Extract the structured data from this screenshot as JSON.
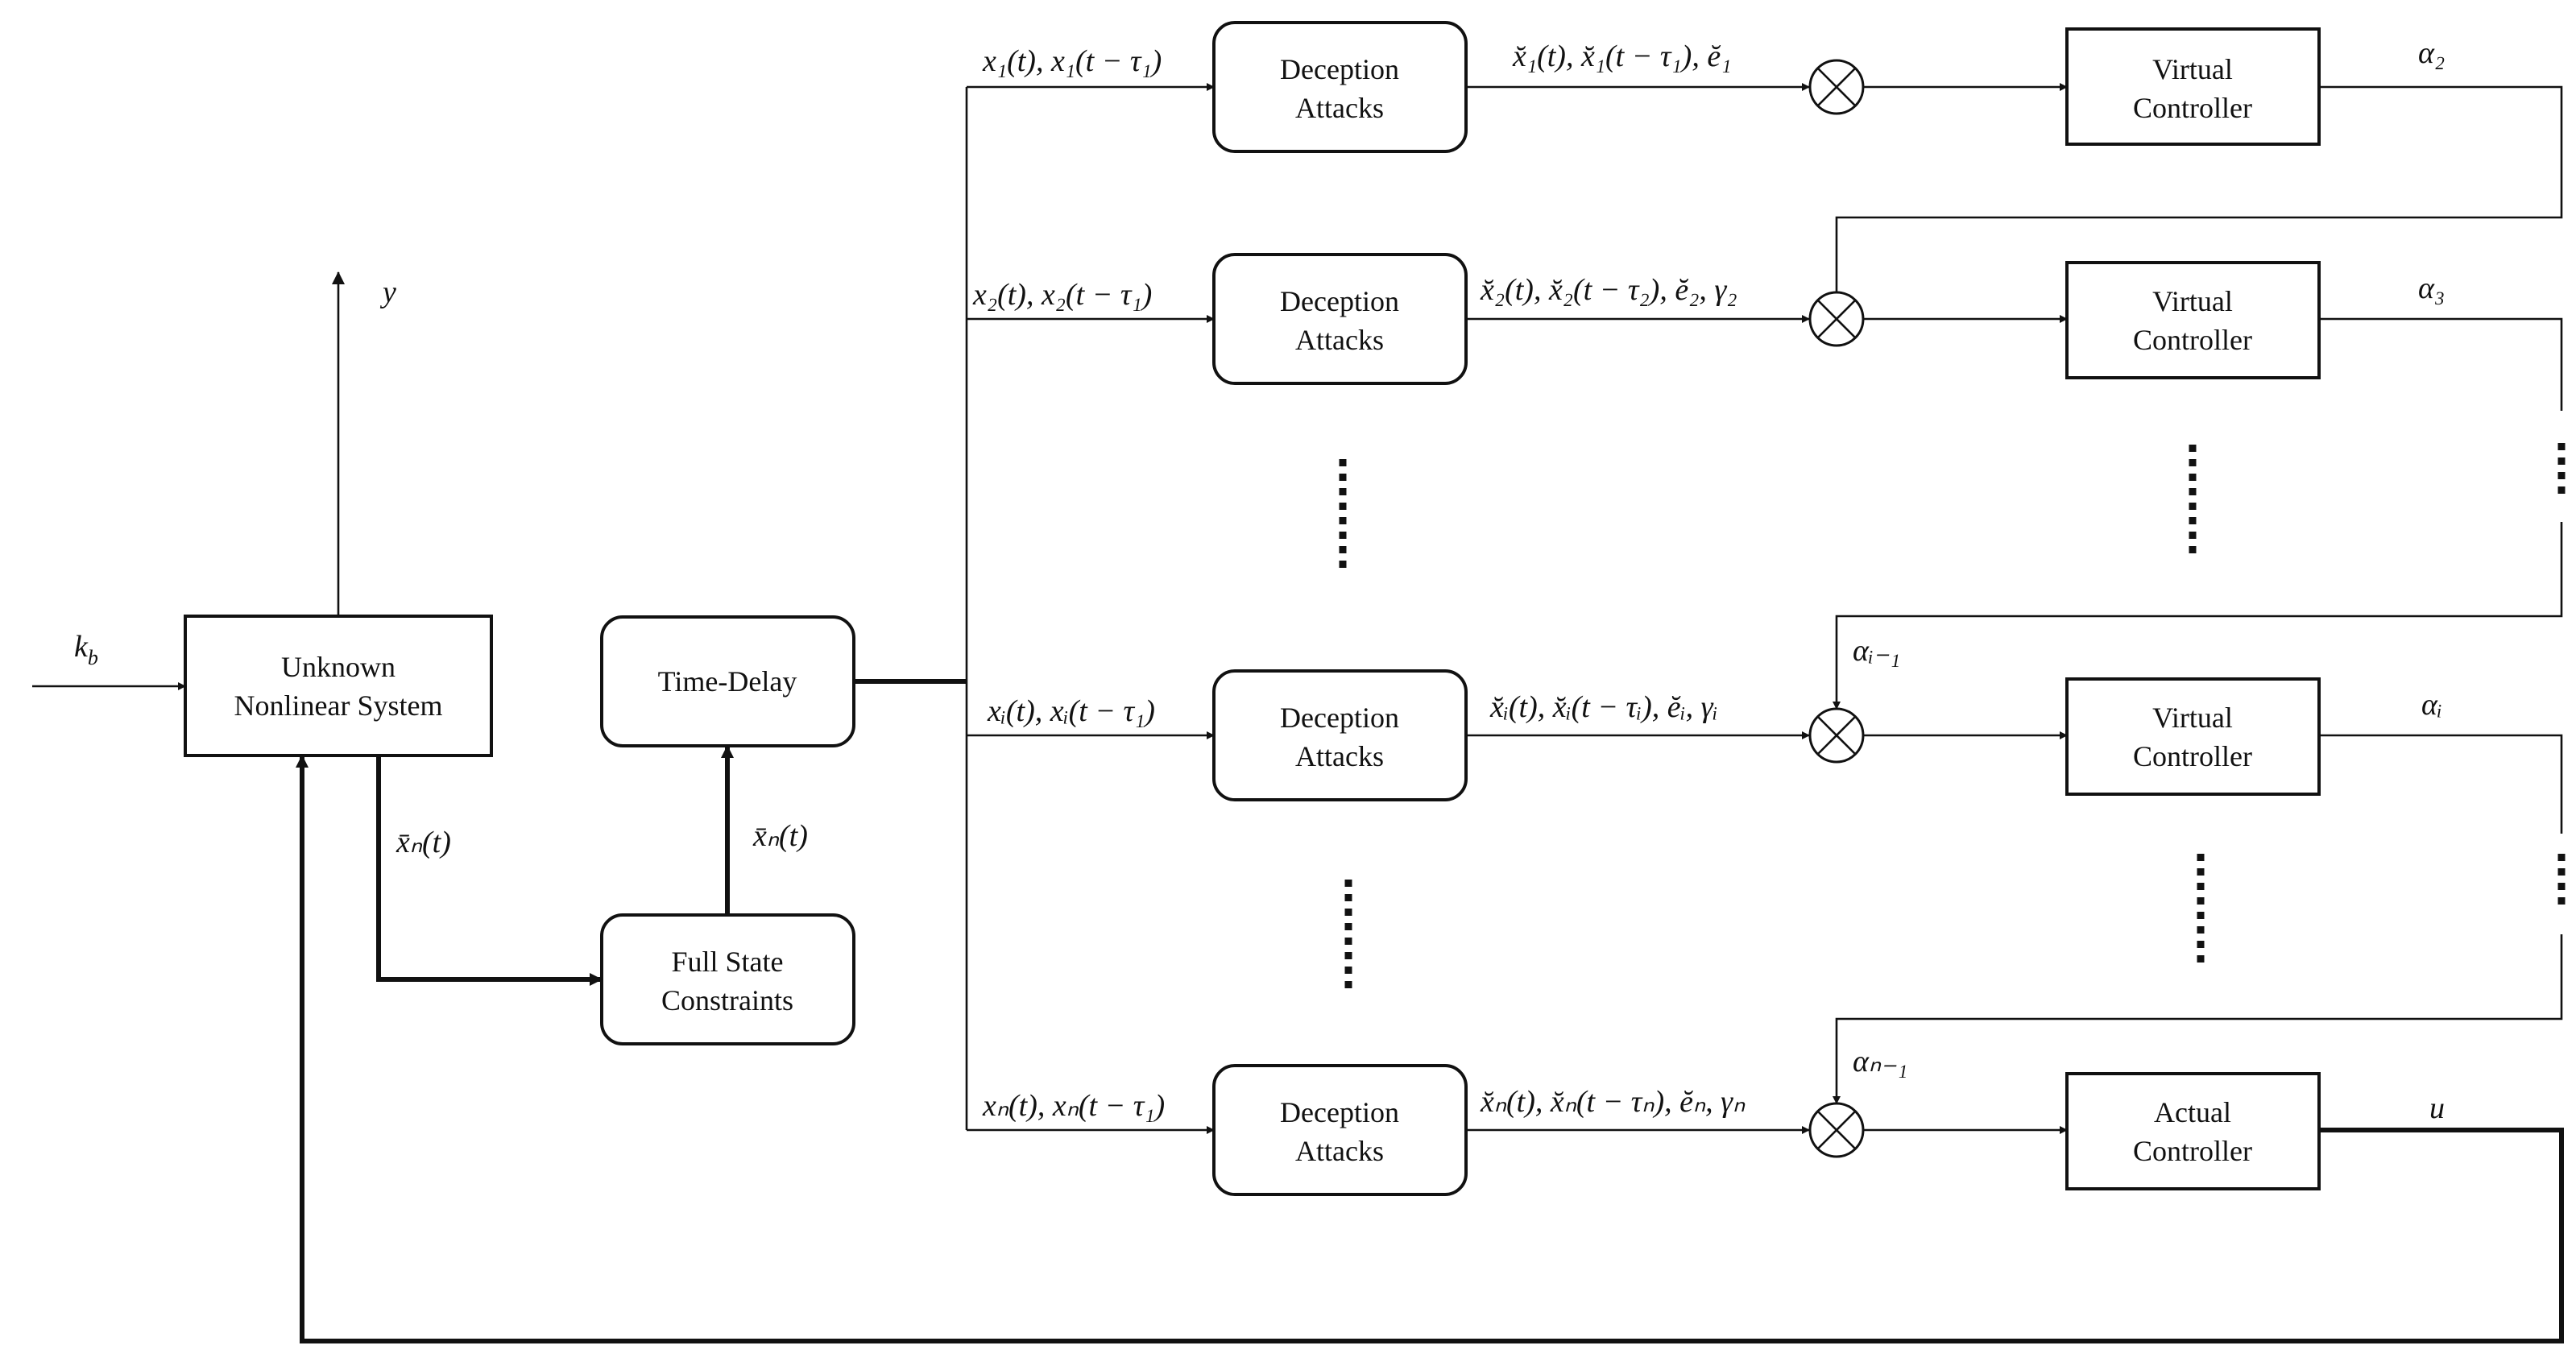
{
  "blocks": {
    "plant": [
      "Unknown",
      "Nonlinear  System"
    ],
    "delay": "Time-Delay",
    "constraints": [
      "Full State",
      "Constraints"
    ],
    "attacks": [
      "Deception",
      "Attacks"
    ],
    "virtual": [
      "Virtual",
      "Controller"
    ],
    "actual": [
      "Actual",
      "Controller"
    ]
  },
  "signals": {
    "kb": "k_b",
    "y": "y",
    "xbar_plant": "x̄ₙ(t)",
    "xbar_delay": "x̄ₙ(t)",
    "u": "u"
  },
  "rows": [
    {
      "in": "x₁(t), x₁(t − τ₁)",
      "out": "x̆₁(t), x̆₁(t − τ₁), ĕ₁",
      "alpha_out": "α₂",
      "alpha_in": ""
    },
    {
      "in": "x₂(t), x₂(t − τ₁)",
      "out": "x̆₂(t), x̆₂(t − τ₂), ĕ₂, γ₂",
      "alpha_out": "α₃",
      "alpha_in": ""
    },
    {
      "in": "xᵢ(t), xᵢ(t − τ₁)",
      "out": "x̆ᵢ(t), x̆ᵢ(t − τᵢ), ĕᵢ, γᵢ",
      "alpha_out": "αᵢ",
      "alpha_in": "αᵢ₋₁"
    },
    {
      "in": "xₙ(t), xₙ(t − τ₁)",
      "out": "x̆ₙ(t), x̆ₙ(t − τₙ), ĕₙ, γₙ",
      "alpha_out": "u",
      "alpha_in": "αₙ₋₁"
    }
  ]
}
